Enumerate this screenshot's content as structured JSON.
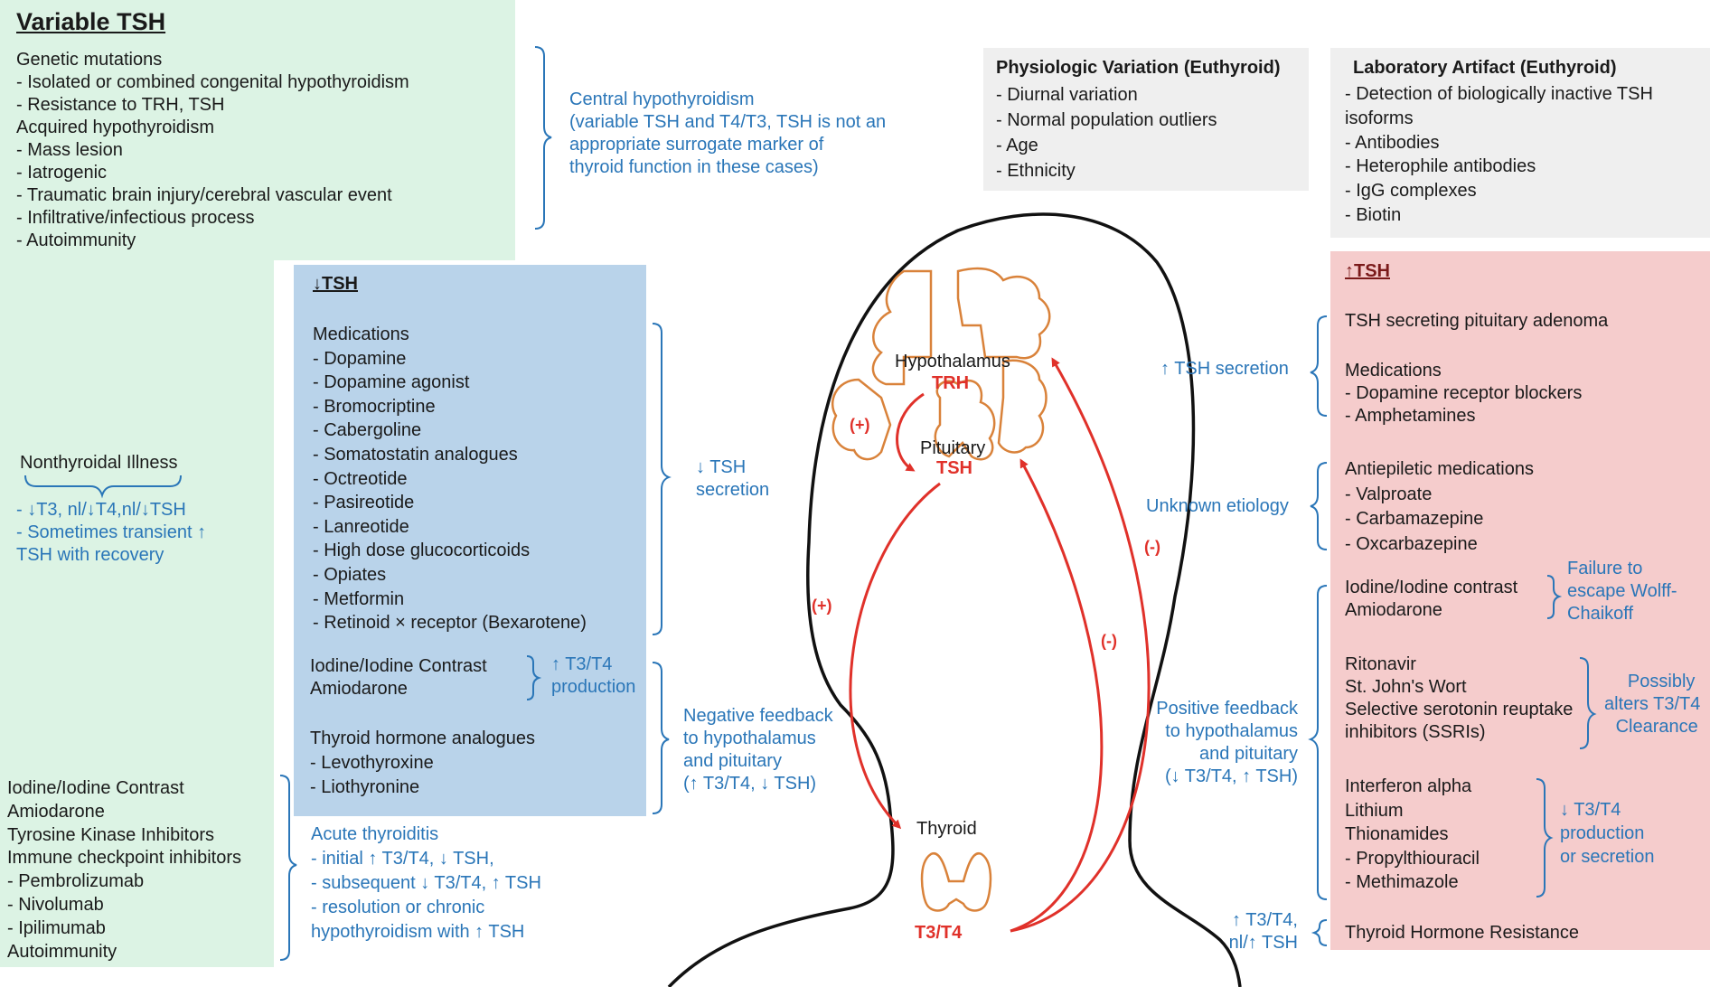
{
  "variable_tsh": {
    "title": "Variable TSH",
    "lines": [
      "Genetic mutations",
      "-   Isolated or combined congenital hypothyroidism",
      "-   Resistance to TRH, TSH",
      "Acquired hypothyroidism",
      "-   Mass lesion",
      "-   Iatrogenic",
      "-  Traumatic brain injury/cerebral vascular event",
      "-   Infiltrative/infectious process",
      "-   Autoimmunity"
    ],
    "central_note": [
      "Central hypothyroidism",
      "(variable TSH and T4/T3, TSH is not an",
      "appropriate surrogate marker of",
      "thyroid function in these cases)"
    ]
  },
  "nonthyroidal": {
    "title": "Nonthyroidal Illness",
    "lines": [
      "-   ↓T3, nl/↓T4,nl/↓TSH",
      "-   Sometimes transient ↑",
      "     TSH with recovery"
    ]
  },
  "left_bottom": {
    "lines": [
      "Iodine/Iodine Contrast",
      "Amiodarone",
      "Tyrosine Kinase Inhibitors",
      "Immune checkpoint inhibitors",
      "-    Pembrolizumab",
      "-    Nivolumab",
      "-    Ipilimumab",
      "Autoimmunity"
    ],
    "acute": [
      "Acute thyroiditis",
      "-    initial ↑ T3/T4, ↓ TSH,",
      "-    subsequent ↓ T3/T4, ↑ TSH",
      "-    resolution or chronic",
      "     hypothyroidism with ↑ TSH"
    ]
  },
  "low_tsh": {
    "title": "↓TSH",
    "medications": [
      "Medications",
      "-    Dopamine",
      "-    Dopamine agonist",
      "          -    Bromocriptine",
      "          -    Cabergoline",
      "-    Somatostatin analogues",
      "          -    Octreotide",
      "          -    Pasireotide",
      "          -    Lanreotide",
      "-    High dose glucocorticoids",
      "-    Opiates",
      "-    Metformin",
      "-     Retinoid × receptor (Bexarotene)"
    ],
    "iodine": [
      "Iodine/Iodine Contrast",
      "Amiodarone"
    ],
    "iodine_note": [
      "↑ T3/T4",
      "production"
    ],
    "analogues": [
      "Thyroid hormone analogues",
      "-    Levothyroxine",
      "-    Liothyronine"
    ],
    "secretion_note": [
      "↓ TSH",
      "secretion"
    ],
    "feedback_note": [
      "Negative feedback",
      "to hypothalamus",
      "and pituitary",
      "(↑ T3/T4, ↓ TSH)"
    ]
  },
  "physiologic": {
    "title": "Physiologic Variation (Euthyroid)",
    "lines": [
      "-     Diurnal variation",
      "-     Normal population outliers",
      "-     Age",
      "-     Ethnicity"
    ]
  },
  "lab_artifact": {
    "title": "Laboratory Artifact (Euthyroid)",
    "lines": [
      "-    Detection of biologically inactive TSH",
      "      isoforms",
      "-    Antibodies",
      "               -    Heterophile antibodies",
      "               -    IgG complexes",
      "-     Biotin"
    ]
  },
  "high_tsh": {
    "title": "↑TSH",
    "adenoma": "TSH secreting pituitary adenoma",
    "medications": [
      "Medications",
      "-   Dopamine receptor blockers",
      "-   Amphetamines"
    ],
    "antiepileptic": [
      "Antiepiletic medications",
      "-   Valproate",
      "-    Carbamazepine",
      "-    Oxcarbazepine"
    ],
    "iodine": [
      "Iodine/Iodine contrast",
      "Amiodarone"
    ],
    "wolff": [
      "Failure to",
      "escape Wolff-",
      "Chaikoff"
    ],
    "ritonavir": [
      "Ritonavir",
      "St. John's Wort",
      "Selective serotonin reuptake",
      "inhibitors (SSRIs)"
    ],
    "clearance": [
      "Possibly",
      "alters T3/T4",
      "Clearance"
    ],
    "interferon": [
      "Interferon alpha",
      "Lithium",
      "Thionamides",
      "-    Propylthiouracil",
      "-    Methimazole"
    ],
    "production": [
      "↓ T3/T4",
      "production",
      "or secretion"
    ],
    "resistance": "Thyroid Hormone Resistance"
  },
  "right_notes": {
    "tsh_secretion": "↑ TSH secretion",
    "unknown": "Unknown etiology",
    "positive_feedback": [
      "Positive feedback",
      "to hypothalamus",
      "and pituitary",
      "(↓ T3/T4, ↑ TSH)"
    ],
    "resistance_note": [
      "↑ T3/T4,",
      "nl/↑ TSH"
    ]
  },
  "head": {
    "hypothalamus": "Hypothalamus",
    "trh": "TRH",
    "pituitary": "Pituitary",
    "tsh": "TSH",
    "thyroid": "Thyroid",
    "t3t4": "T3/T4",
    "plus1": "(+)",
    "plus2": "(+)",
    "minus1": "(-)",
    "minus2": "(-)"
  },
  "colors": {
    "green": "#dcf3e4",
    "blue": "#b9d3ea",
    "pink": "#f5cccc",
    "gray": "#efefef",
    "note_blue": "#2a76b8",
    "arrow_red": "#e0312a",
    "gland_orange": "#d9823a"
  }
}
